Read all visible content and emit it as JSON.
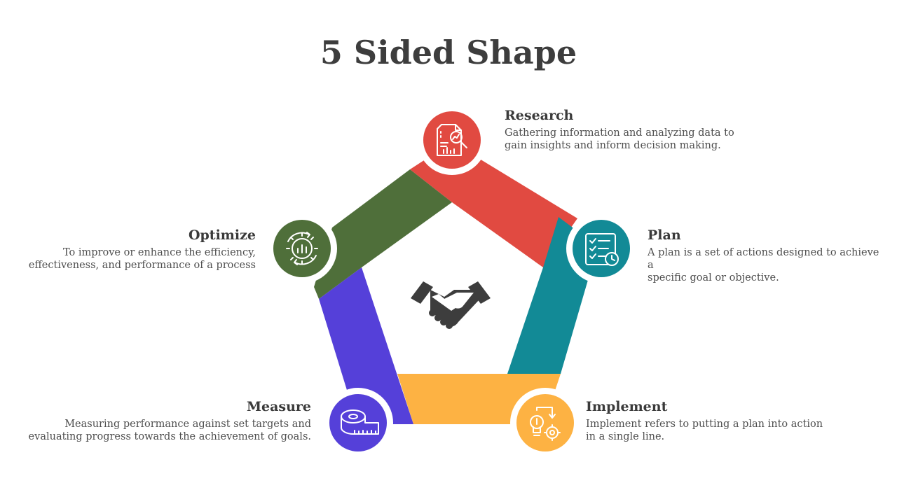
{
  "title": "5 Sided Shape",
  "colors": {
    "research": "#E14A41",
    "plan": "#128A96",
    "implement": "#FDB243",
    "measure": "#5540D9",
    "optimize": "#4F6F3A",
    "text": "#3d3d3d"
  },
  "steps": [
    {
      "key": "research",
      "title": "Research",
      "desc_lines": [
        "Gathering information and analyzing data to",
        "gain insights and inform decision making."
      ],
      "icon": "research-report-icon"
    },
    {
      "key": "plan",
      "title": "Plan",
      "desc_lines": [
        "A plan is a set of actions designed to achieve a",
        "specific goal or objective."
      ],
      "icon": "checklist-clock-icon"
    },
    {
      "key": "implement",
      "title": "Implement",
      "desc_lines": [
        "Implement refers to putting a plan into action",
        "in a single line."
      ],
      "icon": "lightbulb-gear-icon"
    },
    {
      "key": "measure",
      "title": "Measure",
      "desc_lines": [
        "Measuring performance against set targets and",
        "evaluating progress towards the achievement of goals."
      ],
      "icon": "measuring-tape-icon"
    },
    {
      "key": "optimize",
      "title": "Optimize",
      "desc_lines": [
        "To improve or enhance the efficiency,",
        "effectiveness, and performance of a process"
      ],
      "icon": "gear-chart-icon"
    }
  ],
  "center_icon": "handshake-icon"
}
